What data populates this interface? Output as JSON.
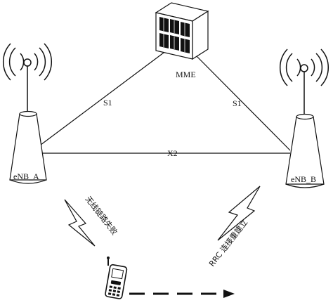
{
  "nodes": {
    "mme": {
      "label": "MME",
      "icon": "server-icon"
    },
    "enb_a": {
      "label": "eNB_A",
      "icon": "base-station-icon"
    },
    "enb_b": {
      "label": "eNB_B",
      "icon": "base-station-icon"
    },
    "ue": {
      "icon": "mobile-phone-icon"
    }
  },
  "links": {
    "s1_left": "S1",
    "s1_right": "S1",
    "x2": "X2"
  },
  "events": {
    "radio_link_failure": "无线链路失败",
    "rrc_reestablishment": "RRC 连接重建立"
  }
}
